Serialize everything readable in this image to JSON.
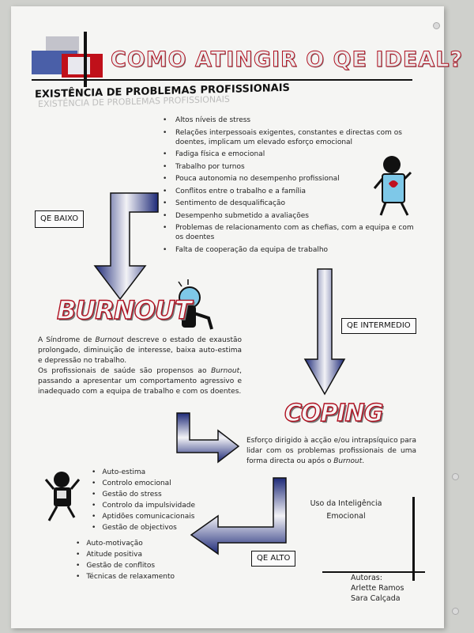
{
  "poster": {
    "title": "COMO ATINGIR O QE IDEAL?",
    "section_title": "EXISTÊNCIA DE PROBLEMAS PROFISSIONAIS",
    "section_shadow": "EXISTÊNCIA DE PROBLEMAS PROFISSIONAIS",
    "problems": [
      "Altos níveis de stress",
      "Relações interpessoais exigentes, constantes e directas com os doentes, implicam um elevado esforço emocional",
      "Fadiga física e emocional",
      "Trabalho por turnos",
      "Pouca autonomia no desempenho profissional",
      "Conflitos entre o trabalho e a família",
      "Sentimento de desqualificação",
      "Desempenho submetido a avaliações",
      "Problemas de relacionamento com as chefias, com a equipa e com os doentes",
      "Falta de cooperação da equipa de trabalho"
    ],
    "labels": {
      "qe_baixo": "QE BAIXO",
      "qe_intermedio": "QE INTERMEDIO",
      "qe_alto": "QE ALTO"
    },
    "burnout": {
      "title": "BURNOUT",
      "text_1a": "A Síndrome de ",
      "text_1_em": "Burnout",
      "text_1b": " descreve o estado de exaustão prolongado, diminuição de interesse, baixa auto-estima e depressão no trabalho.",
      "text_2a": "Os profissionais de saúde são propensos ao ",
      "text_2_em": "Burnout",
      "text_2b": ", passando a apresentar um comportamento agressivo e inadequado com a equipa de trabalho e com os doentes."
    },
    "coping": {
      "title": "COPING",
      "text_a": "Esforço dirigido à acção e/ou intrapsíquico para lidar com os problemas profissionais de uma forma directa ou após o ",
      "text_em": "Burnout",
      "text_b": "."
    },
    "emotional": {
      "line1": "Uso da Inteligência",
      "line2": "Emocional"
    },
    "skills_group1": [
      "Auto-estima",
      "Controlo emocional",
      "Gestão do stress",
      "Controlo da impulsividade",
      "Aptidões comunicacionais",
      "Gestão de objectivos"
    ],
    "skills_group2": [
      "Auto-motivação",
      "Atitude positiva",
      "Gestão de conflitos",
      "Técnicas de relaxamento"
    ],
    "authors": {
      "heading": "Autoras:",
      "author1": "Arlette Ramos",
      "author2": "Sara Calçada"
    }
  },
  "colors": {
    "accent_red": "#b01020",
    "arrow_blue": "#3a4aa0"
  }
}
